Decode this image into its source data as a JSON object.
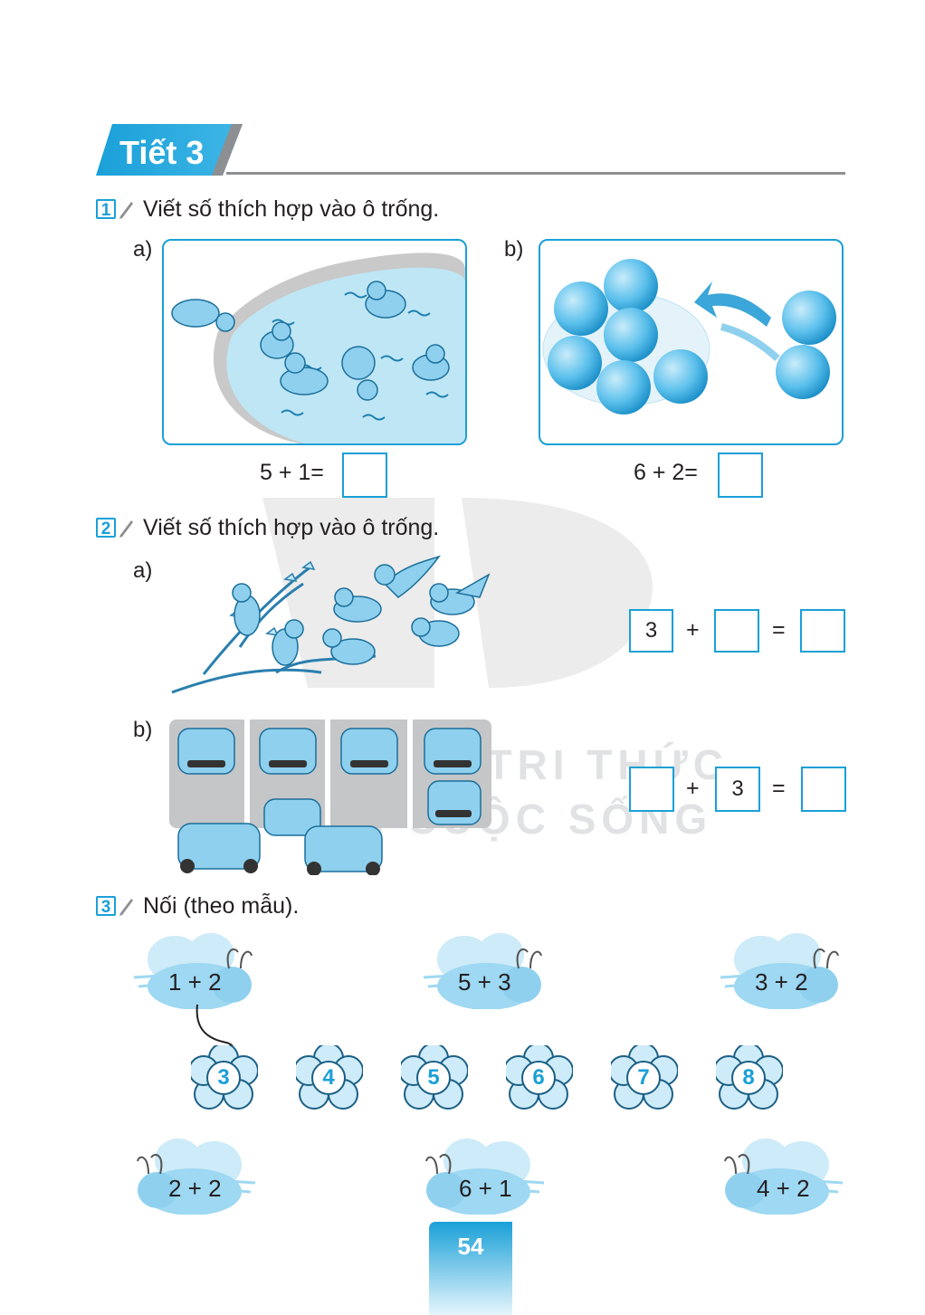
{
  "header": {
    "title": "Tiết 3"
  },
  "exercise1": {
    "number": "1",
    "instruction": "Viết số thích hợp vào ô trống.",
    "a_label": "a)",
    "b_label": "b)",
    "a_equation": "5 + 1=",
    "b_equation": "6 + 2="
  },
  "exercise2": {
    "number": "2",
    "instruction": "Viết số thích hợp vào ô trống.",
    "a_label": "a)",
    "b_label": "b)",
    "a_first": "3",
    "plus": "+",
    "equals": "=",
    "b_second": "3"
  },
  "exercise3": {
    "number": "3",
    "instruction": "Nối (theo mẫu).",
    "bees_top": [
      "1 + 2",
      "5 + 3",
      "3 + 2"
    ],
    "flowers": [
      "3",
      "4",
      "5",
      "6",
      "7",
      "8"
    ],
    "bees_bottom": [
      "2 + 2",
      "6 + 1",
      "4 + 2"
    ]
  },
  "watermark": {
    "line1": "KẾT NỐI TRI THỨC",
    "line2": "VỚI CUỘC SỐNG"
  },
  "page": {
    "number": "54"
  },
  "colors": {
    "accent": "#1aa0d8",
    "light_blue": "#9ed8f2",
    "rule": "#8d8f92"
  }
}
